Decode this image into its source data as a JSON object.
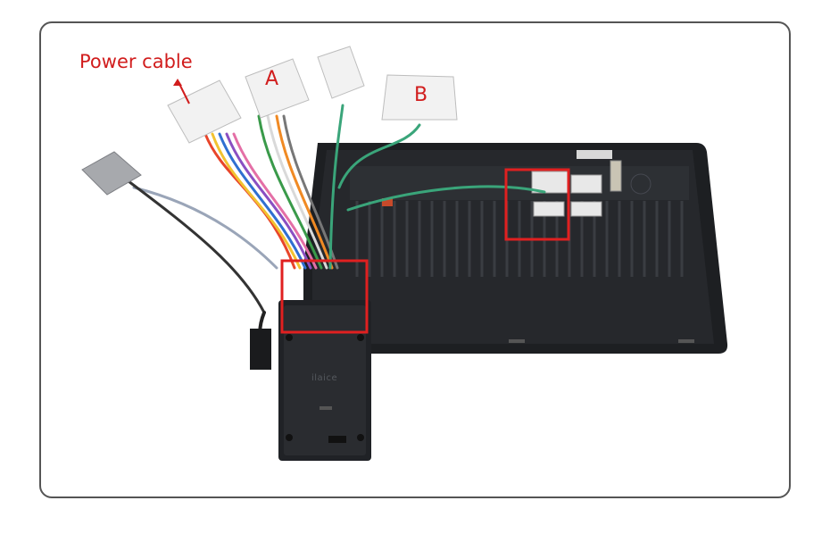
{
  "labels": {
    "power_cable": "Power cable",
    "connector_a": "A",
    "connector_b": "B",
    "brand": "ilaice"
  },
  "colors": {
    "highlight": "#e02020",
    "annotation_text": "#d11d1d",
    "frame_border": "#555555",
    "unit_body": "#202226"
  }
}
